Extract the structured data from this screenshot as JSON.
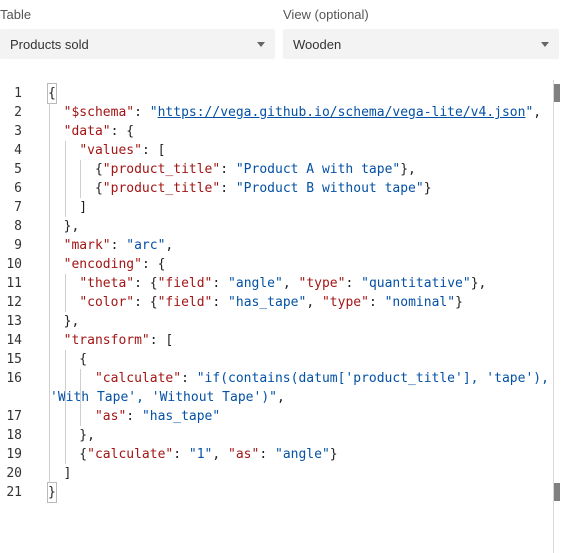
{
  "table": {
    "label": "Table",
    "value": "Products sold"
  },
  "view": {
    "label": "View (optional)",
    "value": "Wooden"
  },
  "editor": {
    "line_numbers": [
      "1",
      "2",
      "3",
      "4",
      "5",
      "6",
      "7",
      "8",
      "9",
      "10",
      "11",
      "12",
      "13",
      "14",
      "15",
      "16",
      "17",
      "18",
      "19",
      "20",
      "21"
    ],
    "lines": [
      "{",
      "  \"$schema\": \"https://vega.github.io/schema/vega-lite/v4.json\",",
      "  \"data\": {",
      "    \"values\": [",
      "      {\"product_title\": \"Product A with tape\"},",
      "      {\"product_title\": \"Product B without tape\"}",
      "    ]",
      "  },",
      "  \"mark\": \"arc\",",
      "  \"encoding\": {",
      "    \"theta\": {\"field\": \"angle\", \"type\": \"quantitative\"},",
      "    \"color\": {\"field\": \"has_tape\", \"type\": \"nominal\"}",
      "  },",
      "  \"transform\": [",
      "    {",
      "      \"calculate\": \"if(contains(datum['product_title'], 'tape'),",
      "'With Tape', 'Without Tape')\",",
      "      \"as\": \"has_tape\"",
      "    },",
      "    {\"calculate\": \"1\", \"as\": \"angle\"}",
      "  ]",
      "}"
    ]
  }
}
